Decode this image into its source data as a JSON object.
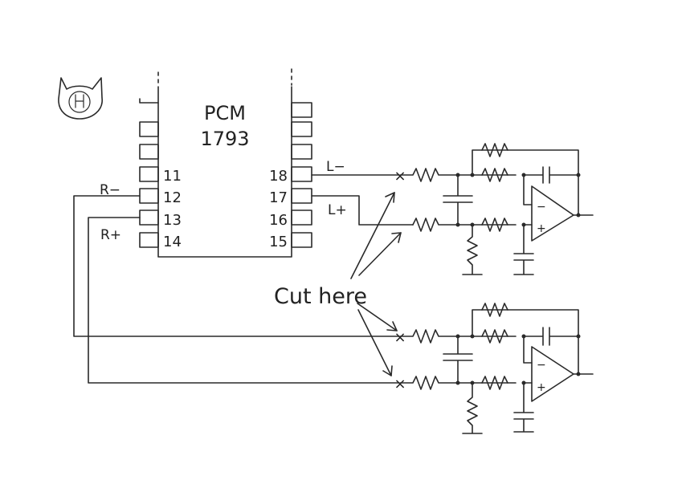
{
  "chip": {
    "name": "PCM",
    "number": "1793",
    "pins_left": [
      "11",
      "12",
      "13",
      "14"
    ],
    "pins_right": [
      "18",
      "17",
      "16",
      "15"
    ]
  },
  "signals": {
    "r_minus": "R−",
    "r_plus": "R+",
    "l_minus": "L−",
    "l_plus": "L+"
  },
  "annotation": "Cut here",
  "cut_mark": "×",
  "logo_icon": "cat-logo-icon",
  "ink_color": "#2a2a2a"
}
